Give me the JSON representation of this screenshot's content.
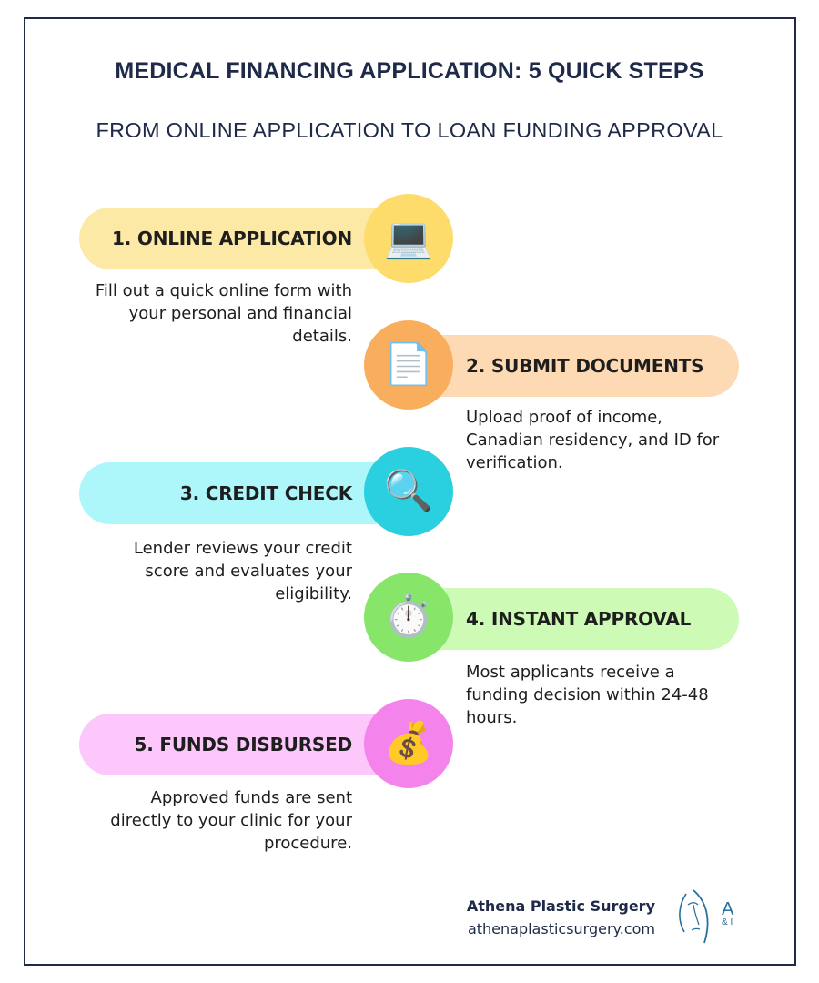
{
  "header": {
    "title": "MEDICAL FINANCING APPLICATION: 5 QUICK STEPS",
    "subtitle": "FROM ONLINE APPLICATION TO LOAN FUNDING APPROVAL"
  },
  "steps": [
    {
      "label": "1. ONLINE APPLICATION",
      "icon": "laptop-icon",
      "glyph": "💻",
      "description": "Fill out a quick online form with your personal and financial details.",
      "pill_color": "#fde9a6",
      "circle_color": "#fddc6c",
      "side": "left"
    },
    {
      "label": "2. SUBMIT DOCUMENTS",
      "icon": "document-icon",
      "glyph": "📄",
      "description": "Upload proof of income, Canadian residency, and ID for verification.",
      "pill_color": "#fdd9b4",
      "circle_color": "#f9ae5e",
      "side": "right"
    },
    {
      "label": "3. CREDIT CHECK",
      "icon": "magnifying-glass-icon",
      "glyph": "🔍",
      "description": "Lender reviews your credit score and evaluates your eligibility.",
      "pill_color": "#adf7fb",
      "circle_color": "#2ad0e0",
      "side": "left"
    },
    {
      "label": "4. INSTANT APPROVAL",
      "icon": "stopwatch-icon",
      "glyph": "⏱️",
      "description": "Most applicants receive a funding decision within 24-48 hours.",
      "pill_color": "#cdfbb5",
      "circle_color": "#87e66a",
      "side": "right"
    },
    {
      "label": "5. FUNDS DISBURSED",
      "icon": "money-bag-icon",
      "glyph": "💰",
      "description": "Approved funds are sent directly to your clinic for your procedure.",
      "pill_color": "#fcc8fb",
      "circle_color": "#f483ec",
      "side": "left"
    }
  ],
  "footer": {
    "name": "Athena Plastic Surgery",
    "url": "athenaplasticsurgery.com",
    "logo_letter": "A",
    "logo_sub": "& I"
  },
  "colors": {
    "navy": "#1f2a48",
    "logo_blue": "#2a6f9e"
  }
}
